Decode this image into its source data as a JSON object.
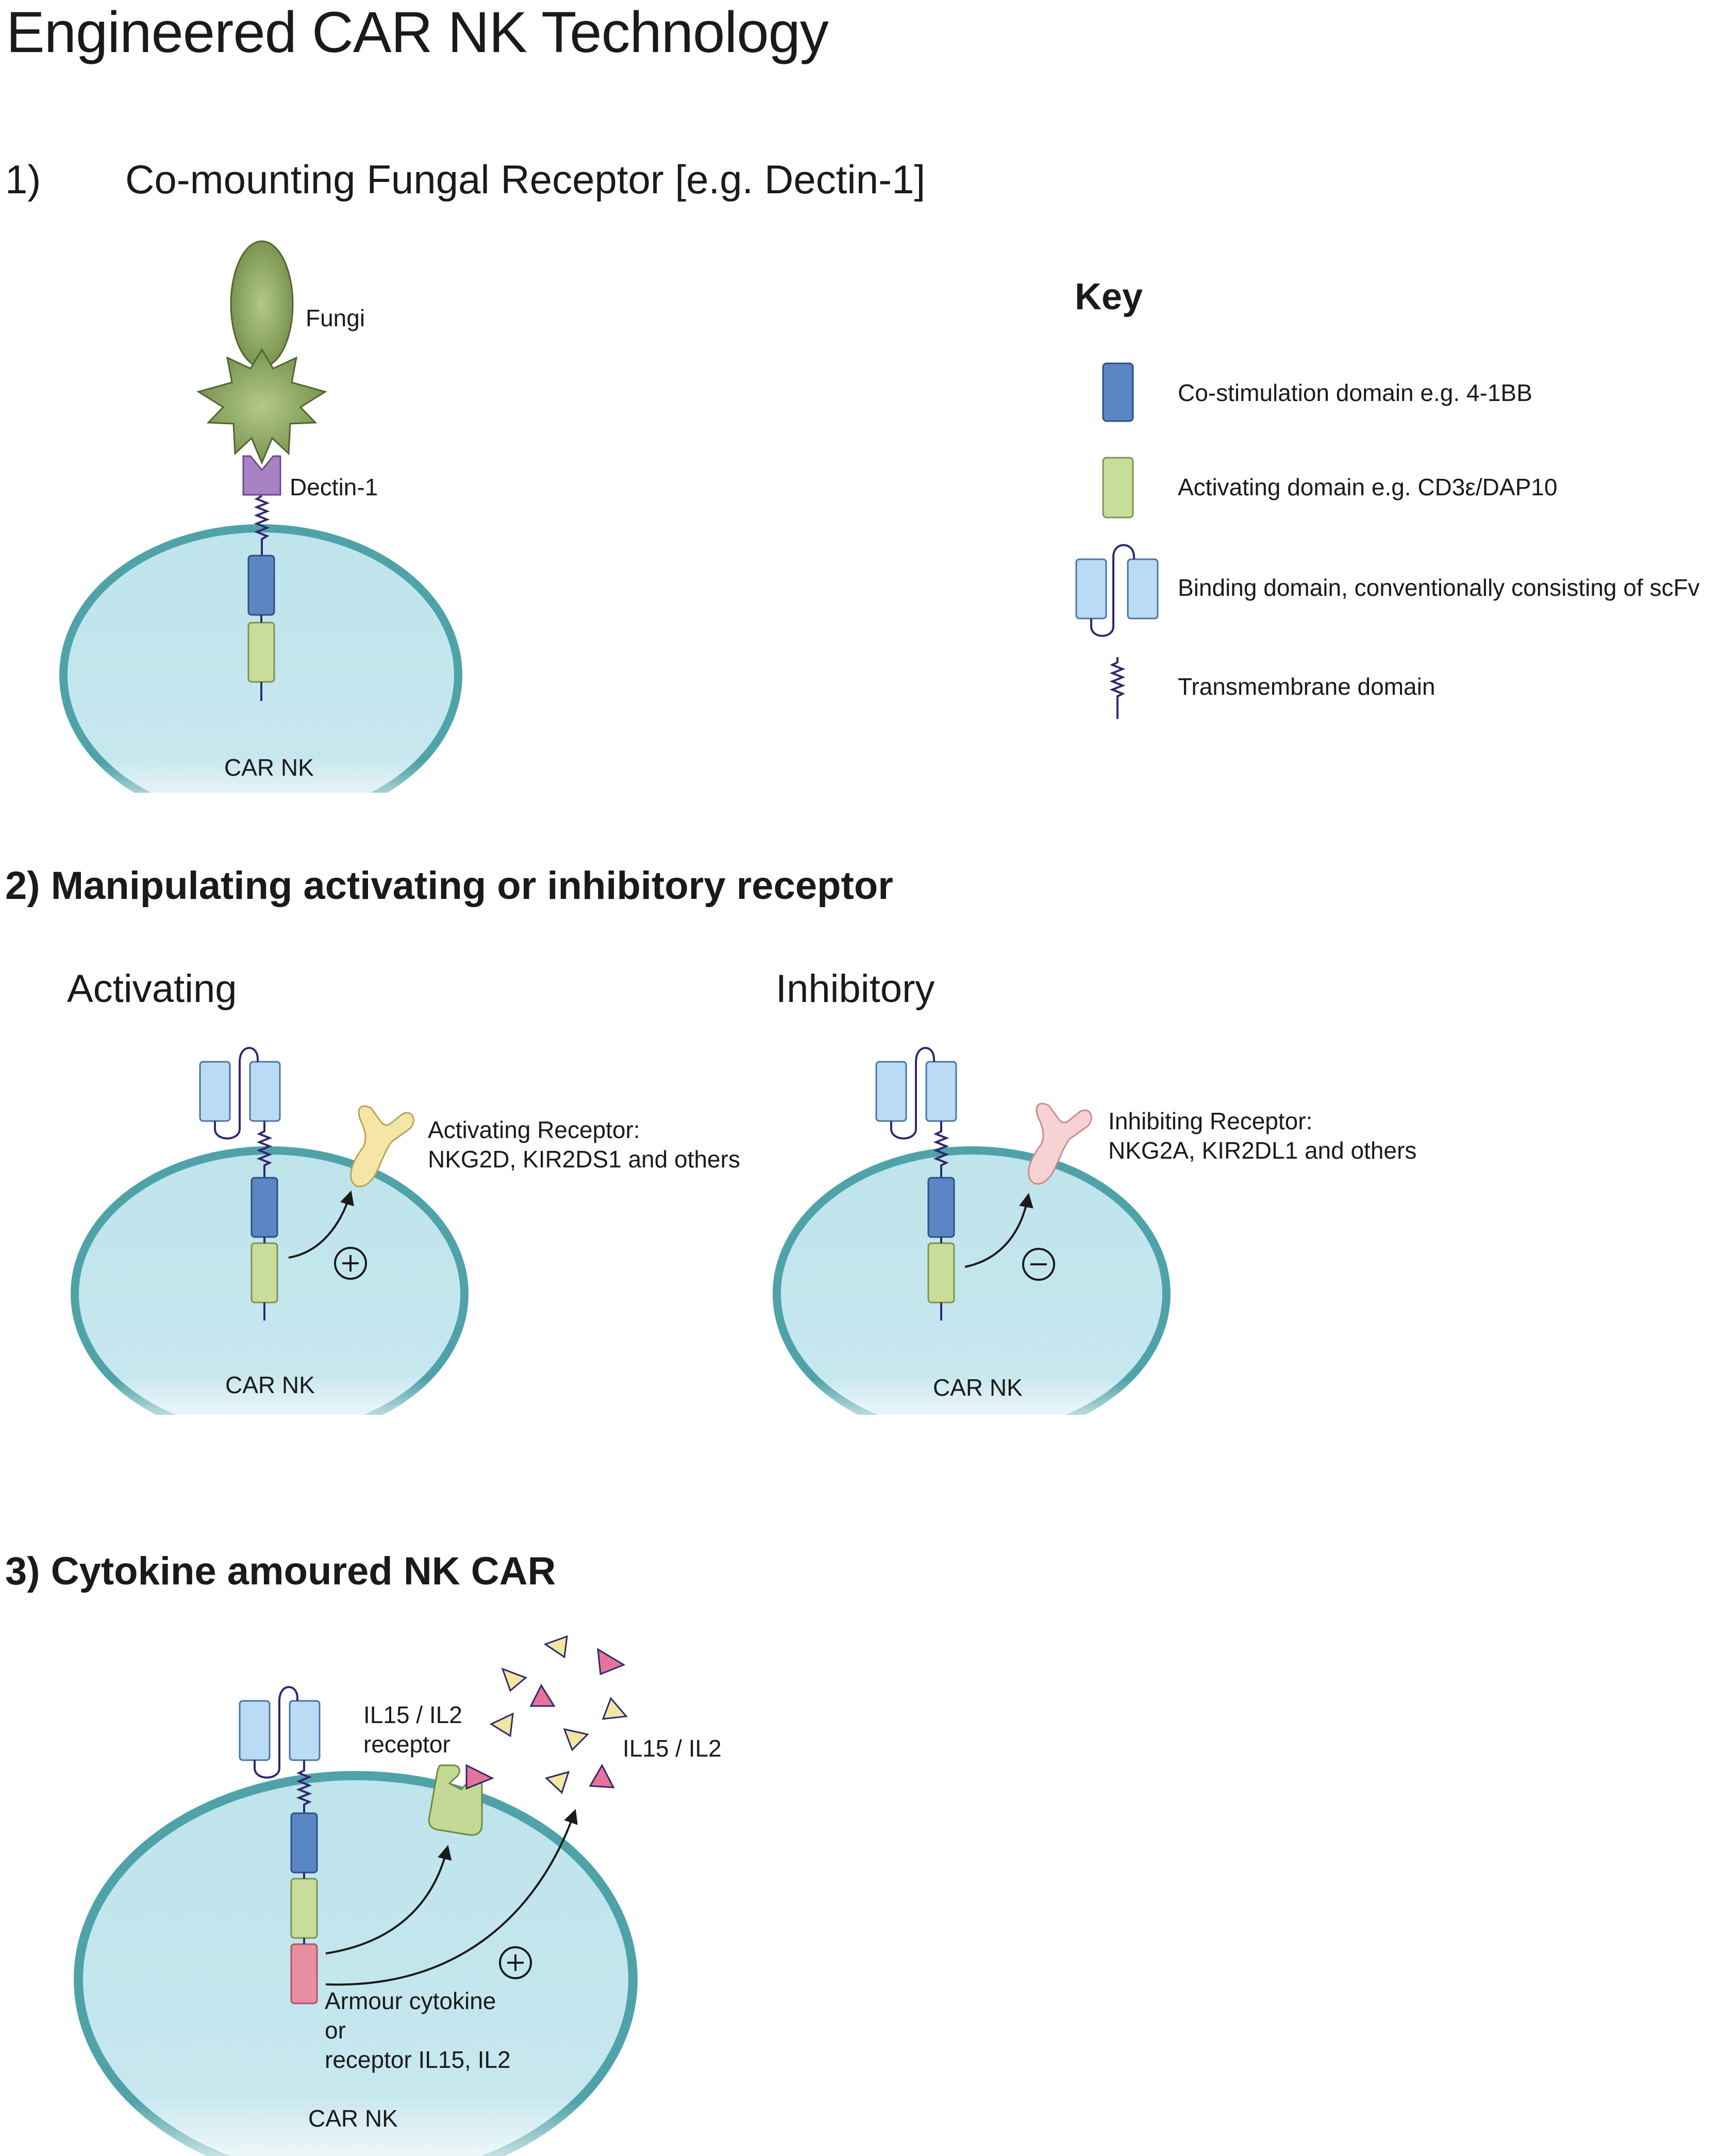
{
  "title": "Engineered CAR NK Technology",
  "section1": {
    "number": "1)",
    "heading": "Co-mounting Fungal Receptor [e.g. Dectin-1]",
    "fungi_label": "Fungi",
    "dectin_label": "Dectin-1",
    "cell_label": "CAR NK"
  },
  "key": {
    "title": "Key",
    "items": [
      {
        "label": "Co-stimulation domain e.g. 4-1BB",
        "icon": "blue-rectangle-icon"
      },
      {
        "label": "Activating domain e.g. CD3ε/DAP10",
        "icon": "green-rectangle-icon"
      },
      {
        "label": "Binding domain, conventionally consisting of scFv",
        "icon": "scfv-icon"
      },
      {
        "label": "Transmembrane domain",
        "icon": "coil-icon"
      }
    ]
  },
  "section2": {
    "heading": "2) Manipulating activating or inhibitory receptor",
    "activating": {
      "subtitle": "Activating",
      "receptor_line1": "Activating Receptor:",
      "receptor_line2": "NKG2D, KIR2DS1 and others",
      "cell_label": "CAR NK"
    },
    "inhibitory": {
      "subtitle": "Inhibitory",
      "receptor_line1": "Inhibiting Receptor:",
      "receptor_line2": "NKG2A, KIR2DL1 and others",
      "cell_label": "CAR NK"
    }
  },
  "section3": {
    "heading": "3) Cytokine amoured NK CAR",
    "receptor_line1": "IL15 / IL2",
    "receptor_line2": "receptor",
    "cytokine_label": "IL15 / IL2",
    "armour_line1": "Armour cytokine",
    "armour_line2": "or",
    "armour_line3": "receptor IL15, IL2",
    "cell_label": "CAR NK"
  },
  "colors": {
    "membrane": "#4fa3a8",
    "cytoplasm": "#bfe4ec",
    "costim_blue": "#5b86c4",
    "activating_green": "#c8dd9a",
    "scfv_blue": "#b9dbf3",
    "coil": "#2d2a6e",
    "fungi": "#7f9a52",
    "dectin": "#a882c4",
    "act_receptor": "#f6e6a6",
    "inh_receptor": "#f8d2d2",
    "il_receptor": "#c3d996",
    "armour_pink": "#e88ea0"
  }
}
